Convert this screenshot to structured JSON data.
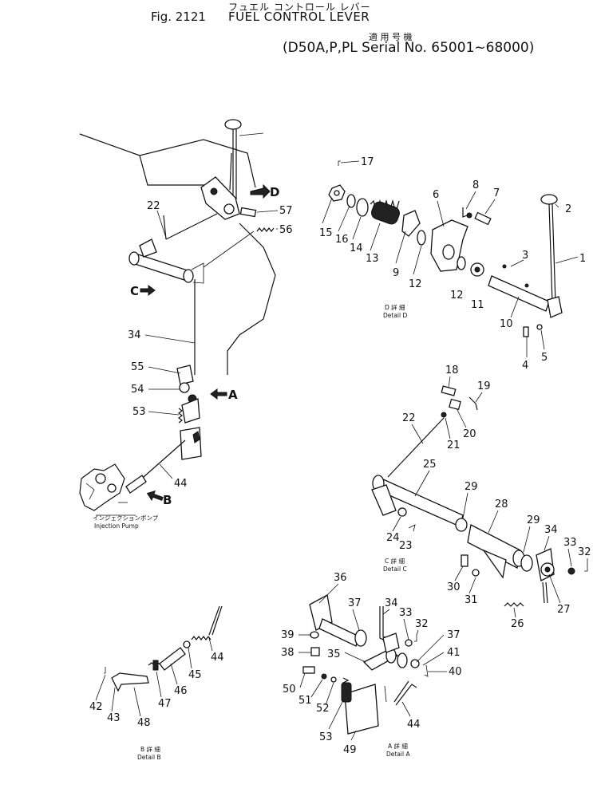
{
  "header": {
    "jp_title": "フュエル コントロール レバー",
    "fig": "Fig. 2121",
    "title": "FUEL CONTROL LEVER",
    "applicable_jp": "適 用 号 機",
    "serial": "(D50A,P,PL Serial No. 65001~68000)"
  },
  "markers": {
    "c": "C",
    "d": "D",
    "a": "A",
    "b": "B"
  },
  "captions": {
    "detail_d_jp": "D 詳 細",
    "detail_d": "Detail D",
    "detail_c_jp": "C 詳 細",
    "detail_c": "Detail C",
    "detail_a_jp": "A 詳 細",
    "detail_a": "Detail A",
    "detail_b_jp": "B 詳 細",
    "detail_b": "Detail B",
    "injection_jp": "インジェクションポンプ",
    "injection": "Injection Pump"
  },
  "callouts": {
    "n1": "1",
    "n2": "2",
    "n3": "3",
    "n4": "4",
    "n5": "5",
    "n6": "6",
    "n7": "7",
    "n8": "8",
    "n9": "9",
    "n10": "10",
    "n11": "11",
    "n12a": "12",
    "n12b": "12",
    "n13": "13",
    "n14": "14",
    "n15": "15",
    "n16": "16",
    "n17": "17",
    "n18": "18",
    "n19": "19",
    "n20": "20",
    "n21": "21",
    "n22a": "22",
    "n22b": "22",
    "n23": "23",
    "n24": "24",
    "n25": "25",
    "n26": "26",
    "n27": "27",
    "n28": "28",
    "n29a": "29",
    "n29b": "29",
    "n30": "30",
    "n31": "31",
    "n32a": "32",
    "n32b": "32",
    "n33a": "33",
    "n33b": "33",
    "n34a": "34",
    "n34b": "34",
    "n34c": "34",
    "n35": "35",
    "n36": "36",
    "n37a": "37",
    "n37b": "37",
    "n38": "38",
    "n39": "39",
    "n40": "40",
    "n41": "41",
    "n42": "42",
    "n43": "43",
    "n44a": "44",
    "n44b": "44",
    "n44c": "44",
    "n45": "45",
    "n46": "46",
    "n47": "47",
    "n48": "48",
    "n49": "49",
    "n50": "50",
    "n51": "51",
    "n52": "52",
    "n53a": "53",
    "n53b": "53",
    "n54": "54",
    "n55": "55",
    "n56": "56",
    "n57": "57"
  }
}
